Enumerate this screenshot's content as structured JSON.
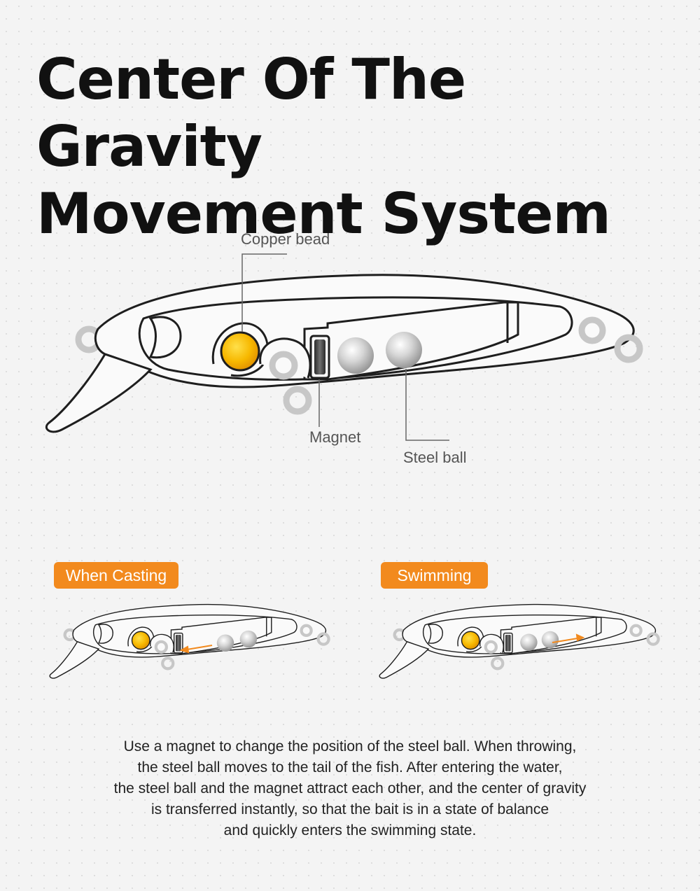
{
  "header": {
    "title_line1": "Center Of The Gravity",
    "title_line2": "Movement System"
  },
  "labels": {
    "copper_bead": "Copper bead",
    "magnet": "Magnet",
    "steel_ball": "Steel ball"
  },
  "states": {
    "casting": "When Casting",
    "swimming": "Swimming"
  },
  "description": {
    "lines": [
      "Use a magnet to change the position of the steel ball. When throwing,",
      "the steel ball moves to the tail of the fish. After entering the water,",
      "the steel ball and the magnet attract each other, and the center of gravity",
      "is transferred instantly, so that the bait is in a state of balance",
      "and quickly enters the swimming state."
    ]
  },
  "colors": {
    "accent": "#f28a1e",
    "copper": "#f5b800",
    "steel": "#c8c8c8"
  }
}
